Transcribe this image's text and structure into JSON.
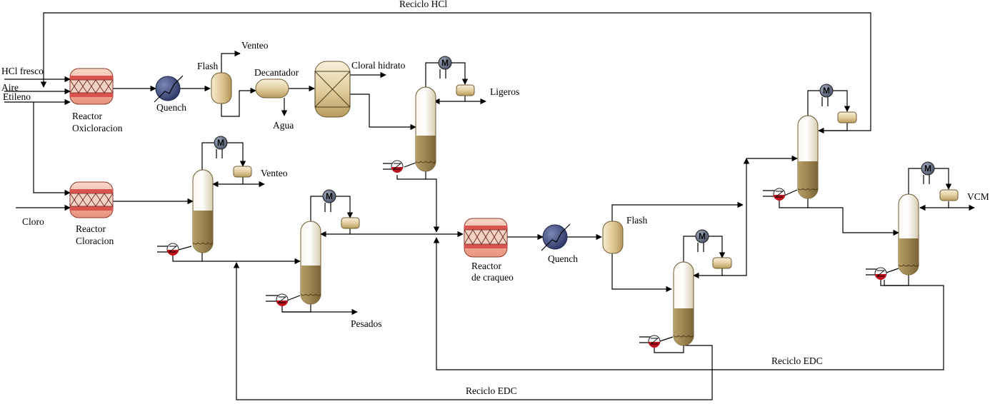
{
  "labels": {
    "reciclo_hcl": "Reciclo HCl",
    "hcl_fresco": "HCl fresco",
    "aire": "Aire",
    "etileno": "Etileno",
    "cloro": "Cloro",
    "reactor_oxi_1": "Reactor",
    "reactor_oxi_2": "Oxicloracion",
    "quench_1": "Quench",
    "flash_1": "Flash",
    "venteo_1": "Venteo",
    "decantador": "Decantador",
    "agua": "Agua",
    "cloral": "Cloral hidrato",
    "ligeros": "Ligeros",
    "reactor_clor_1": "Reactor",
    "reactor_clor_2": "Cloracion",
    "venteo_2": "Venteo",
    "pesados": "Pesados",
    "reactor_craq_1": "Reactor",
    "reactor_craq_2": "de craqueo",
    "quench_2": "Quench",
    "flash_2": "Flash",
    "vcm": "VCM",
    "reciclo_edc_1": "Reciclo EDC",
    "reciclo_edc_2": "Reciclo EDC",
    "motor": "M"
  },
  "icons": {
    "reactor": "reactor-icon",
    "heat_exchanger": "heat-exchanger-icon",
    "column": "distillation-column-icon",
    "condenser_motor": "motor-icon",
    "drum": "reflux-drum-icon",
    "reboiler": "reboiler-icon"
  },
  "colors": {
    "reactor_band": "#d9534f",
    "reactor_light": "#f6c9b9",
    "column_liquid": "#9c8450",
    "quench_fill": "#3d4a78",
    "motor_fill": "#5f6a80",
    "reboiler_red": "#c0101a",
    "line": "#000000"
  }
}
